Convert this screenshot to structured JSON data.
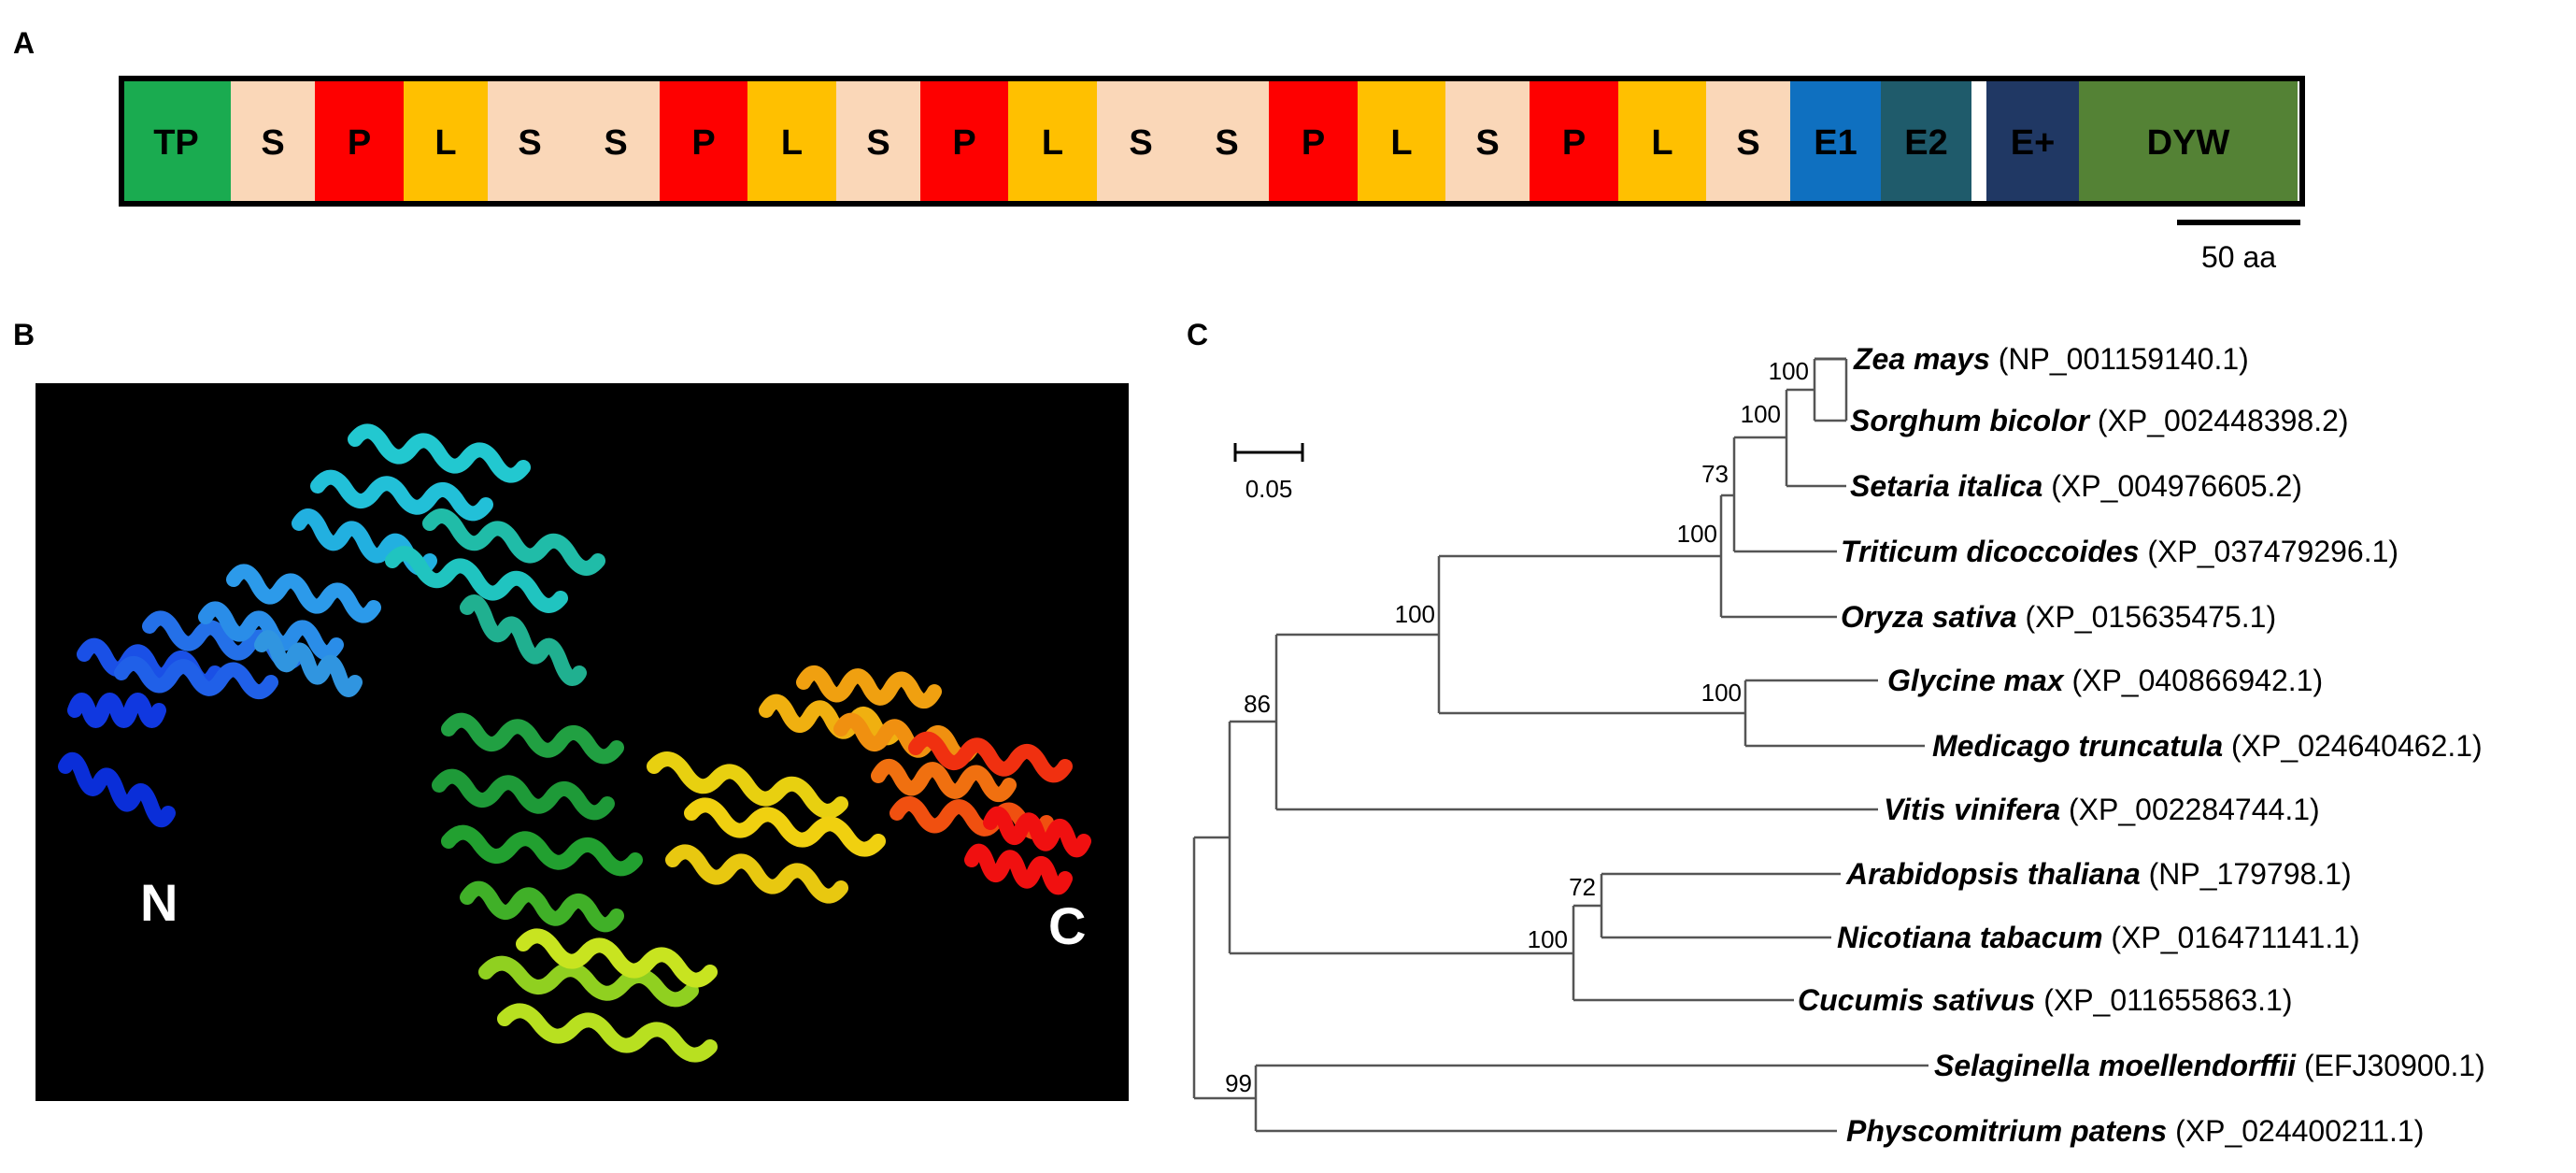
{
  "panels": {
    "a": {
      "label": "A"
    },
    "b": {
      "label": "B"
    },
    "c": {
      "label": "C"
    }
  },
  "domain_bar": {
    "segments": [
      {
        "label": "TP",
        "color": "#1aab50"
      },
      {
        "label": "S",
        "color": "#fad7b8"
      },
      {
        "label": "P",
        "color": "#fe0000"
      },
      {
        "label": "L",
        "color": "#ffc000"
      },
      {
        "label": "S",
        "color": "#fad7b8"
      },
      {
        "label": "S",
        "color": "#fad7b8"
      },
      {
        "label": "P",
        "color": "#fe0000"
      },
      {
        "label": "L",
        "color": "#ffc000"
      },
      {
        "label": "S",
        "color": "#fad7b8"
      },
      {
        "label": "P",
        "color": "#fe0000"
      },
      {
        "label": "L",
        "color": "#ffc000"
      },
      {
        "label": "S",
        "color": "#fad7b8"
      },
      {
        "label": "S",
        "color": "#fad7b8"
      },
      {
        "label": "P",
        "color": "#fe0000"
      },
      {
        "label": "L",
        "color": "#ffc000"
      },
      {
        "label": "S",
        "color": "#fad7b8"
      },
      {
        "label": "P",
        "color": "#fe0000"
      },
      {
        "label": "L",
        "color": "#ffc000"
      },
      {
        "label": "S",
        "color": "#fad7b8"
      },
      {
        "label": "E1",
        "color": "#0f70c0"
      },
      {
        "label": "E2",
        "color": "#1f5b6b"
      },
      {
        "label": "",
        "color": "#ffffff"
      },
      {
        "label": "E+",
        "color": "#203864"
      },
      {
        "label": "DYW",
        "color": "#548235"
      }
    ],
    "scale_label": "50 aa"
  },
  "structure": {
    "n_label": "N",
    "c_label": "C"
  },
  "tree": {
    "scale_label": "0.05",
    "taxa": [
      {
        "species": "Zea mays",
        "accession": "(NP_001159140.1)"
      },
      {
        "species": "Sorghum bicolor",
        "accession": "(XP_002448398.2)"
      },
      {
        "species": "Setaria italica",
        "accession": "(XP_004976605.2)"
      },
      {
        "species": "Triticum dicoccoides",
        "accession": "(XP_037479296.1)"
      },
      {
        "species": "Oryza sativa",
        "accession": "(XP_015635475.1)"
      },
      {
        "species": "Glycine max",
        "accession": "(XP_040866942.1)"
      },
      {
        "species": "Medicago truncatula",
        "accession": "(XP_024640462.1)"
      },
      {
        "species": "Vitis vinifera",
        "accession": "(XP_002284744.1)"
      },
      {
        "species": "Arabidopsis thaliana",
        "accession": "(NP_179798.1)"
      },
      {
        "species": "Nicotiana tabacum",
        "accession": "(XP_016471141.1)"
      },
      {
        "species": "Cucumis sativus",
        "accession": "(XP_011655863.1)"
      },
      {
        "species": "Selaginella moellendorffii",
        "accession": "(EFJ30900.1)"
      },
      {
        "species": "Physcomitrium patens",
        "accession": "(XP_024400211.1)"
      }
    ],
    "bootstrap": [
      {
        "node": "zea-sorghum",
        "value": "100"
      },
      {
        "node": "zea-sorghum-setaria",
        "value": "100"
      },
      {
        "node": "with-triticum",
        "value": "73"
      },
      {
        "node": "grasses",
        "value": "100"
      },
      {
        "node": "glycine-medicago",
        "value": "100"
      },
      {
        "node": "monocot-fabaceae",
        "value": "100"
      },
      {
        "node": "with-vitis",
        "value": "86"
      },
      {
        "node": "arabidopsis-nicotiana",
        "value": "72"
      },
      {
        "node": "with-cucumis",
        "value": "100"
      },
      {
        "node": "selaginella-physcomitrium",
        "value": "99"
      }
    ]
  }
}
